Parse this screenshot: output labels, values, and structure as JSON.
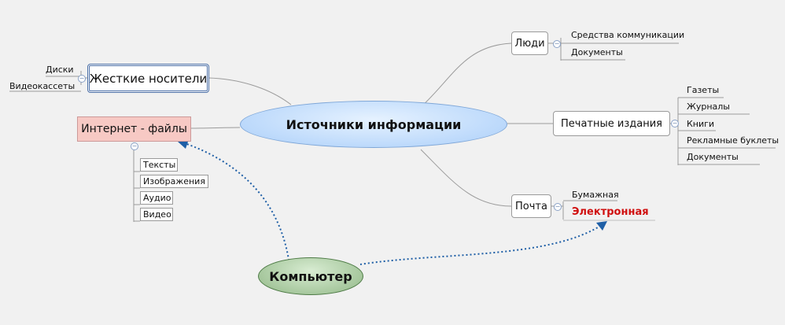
{
  "center": {
    "label": "Источники информации"
  },
  "computer": {
    "label": "Компьютер"
  },
  "left": {
    "hard_media": {
      "label": "Жесткие носители",
      "children": [
        "Диски",
        "Видеокассеты"
      ]
    },
    "internet": {
      "label": "Интернет - файлы",
      "children": [
        "Тексты",
        "Изображения",
        "Аудио",
        "Видео"
      ]
    }
  },
  "right": {
    "people": {
      "label": "Люди",
      "children": [
        "Средства коммуникации",
        "Документы"
      ]
    },
    "print": {
      "label": "Печатные издания",
      "children": [
        "Газеты",
        "Журналы",
        "Книги",
        "Рекламные буклеты",
        "Документы"
      ]
    },
    "mail": {
      "label": "Почта",
      "children": [
        "Бумажная",
        "Электронная"
      ]
    }
  },
  "colors": {
    "center_fill": "#bcd9fb",
    "computer_fill": "#a7c89e",
    "highlight_text": "#d01010",
    "arrow": "#1f5fa6"
  }
}
